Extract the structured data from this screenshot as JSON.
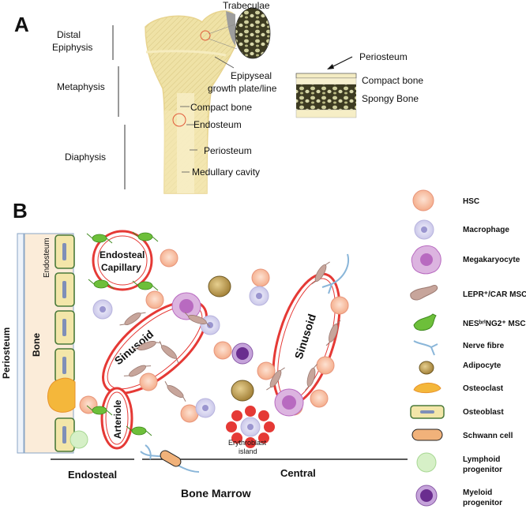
{
  "panel_a": {
    "panel_letter": "A",
    "regions": {
      "distal_epiphysis_line1": "Distal",
      "distal_epiphysis_line2": "Epiphysis",
      "metaphysis": "Metaphysis",
      "diaphysis": "Diaphysis"
    },
    "labels": {
      "trabeculae": "Trabeculae",
      "growth_plate_line1": "Epipyseal",
      "growth_plate_line2": "growth plate/line",
      "compact_bone": "Compact bone",
      "endosteum": "Endosteum",
      "periosteum": "Periosteum",
      "medullary_cavity": "Medullary cavity"
    },
    "cross_section": {
      "periosteum": "Periosteum",
      "compact_bone": "Compact bone",
      "spongy_bone": "Spongy Bone"
    }
  },
  "panel_b": {
    "panel_letter": "B",
    "periosteum": "Periosteum",
    "bone": "Bone",
    "endosteum": "Endosteum",
    "endosteal_capillary_line1": "Endosteal",
    "endosteal_capillary_line2": "Capillary",
    "sinusoid_left": "Sinusoid",
    "sinusoid_right": "Sinusoid",
    "arteriole": "Arteriole",
    "erythroblast_island_line1": "Erythroblast",
    "erythroblast_island_line2": "island",
    "region_endosteal": "Endosteal",
    "region_central": "Central",
    "bone_marrow": "Bone Marrow"
  },
  "legend": {
    "hsc": "HSC",
    "macrophage": "Macrophage",
    "megakaryocyte": "Megakaryocyte",
    "lepr_msc": "LEPR⁺/CAR MSC",
    "nes_msc": "NESᵇʳⁱNG2⁺ MSC",
    "nerve_fibre": "Nerve fibre",
    "adipocyte": "Adipocyte",
    "osteoclast": "Osteoclast",
    "osteoblast": "Osteoblast",
    "schwann_cell": "Schwann cell",
    "lymphoid_line1": "Lymphoid",
    "lymphoid_line2": "progenitor",
    "myeloid_line1": "Myeloid",
    "myeloid_line2": "progenitor"
  },
  "colors": {
    "bone_yellow": "#f2e6b0",
    "vessel_red": "#e53935",
    "hsc_peach": "#f6b89a",
    "macrophage_lavender": "#cfcdeb",
    "megakaryocyte_purple": "#b86ac0",
    "msc_tan": "#b08b82",
    "nes_green": "#6dbf3a",
    "nerve_blue": "#8ab6d9",
    "adipocyte_tan": "#c6a45a",
    "osteoclast_orange": "#f4b73b",
    "osteoblast_green": "#4a7a3a",
    "schwann_orange": "#f1b27a",
    "lymphoid_green": "#b9e3a6",
    "myeloid_purple": "#6a2d8f"
  }
}
